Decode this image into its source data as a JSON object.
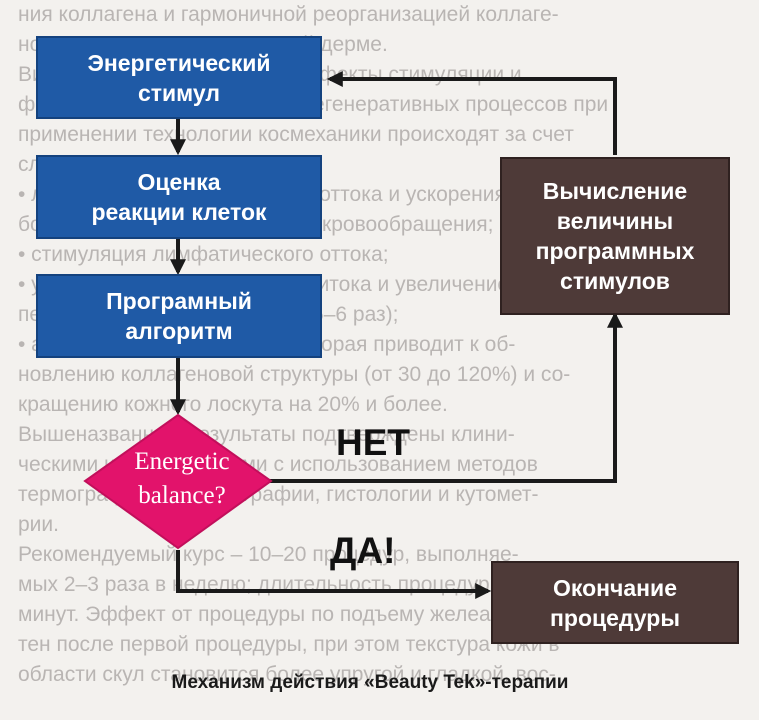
{
  "background_text": [
    "ния коллагена и гармоничной реорганизацией коллаге-",
    "новых волокон в папиллярной дерме.",
    "Видимые физиологические эффекты стимуляции и",
    "физиологической активации регенеративных процессов при",
    "применении технологии космеханики происходят за счет",
    "следующих факторов:",
    "• лимфатического дренажного оттока и ускорения мета-",
    "болизма), разгрузка венозного кровообращения;",
    "• стимуляция лимфатического оттока;",
    "• улучшение артериального притока и увеличение",
    "перфузии крови (более чем в 5–6 раз);",
    "• активация фибробластов, которая приводит к об-",
    "новлению коллагеновой структуры (от 30 до 120%) и со-",
    "кращению кожного лоскута на 20% и более.",
    "Вышеназванные результаты подтверждены клини-",
    "ческими исследованиями с использованием методов",
    "термографии, доплерографии, гистологии и кутомет-",
    "рии.",
    "Рекомендуемый курс – 10–20 процедур, выполняе-",
    "мых 2–3 раза в неделю; длительность процедуры – 30",
    "минут. Эффект от процедуры по подъему желеаы заме-",
    "тен после первой процедуры, при этом текстура кожи в",
    "области скул становится более упругой и гладкой, вос-"
  ],
  "nodes": {
    "energy_stimulus": "Энергетический\nстимул",
    "cell_reaction": "Оценка\nреакции клеток",
    "program_algorithm": "Програмный\nалгоритм",
    "decision": "Energetic\nbalance?",
    "compute_stimuli": "Вычисление\nвеличины\nпрограммных\nстимулов",
    "end_procedure": "Окончание\nпроцедуры"
  },
  "labels": {
    "no": "НЕТ",
    "yes": "ДА!"
  },
  "caption": "Механизм действия «Beauty Tek»-терапии",
  "colors": {
    "blue_box": "#1f5aa6",
    "brown_box": "#4e3a38",
    "decision": "#e2136b",
    "line": "#1a1a1a"
  }
}
